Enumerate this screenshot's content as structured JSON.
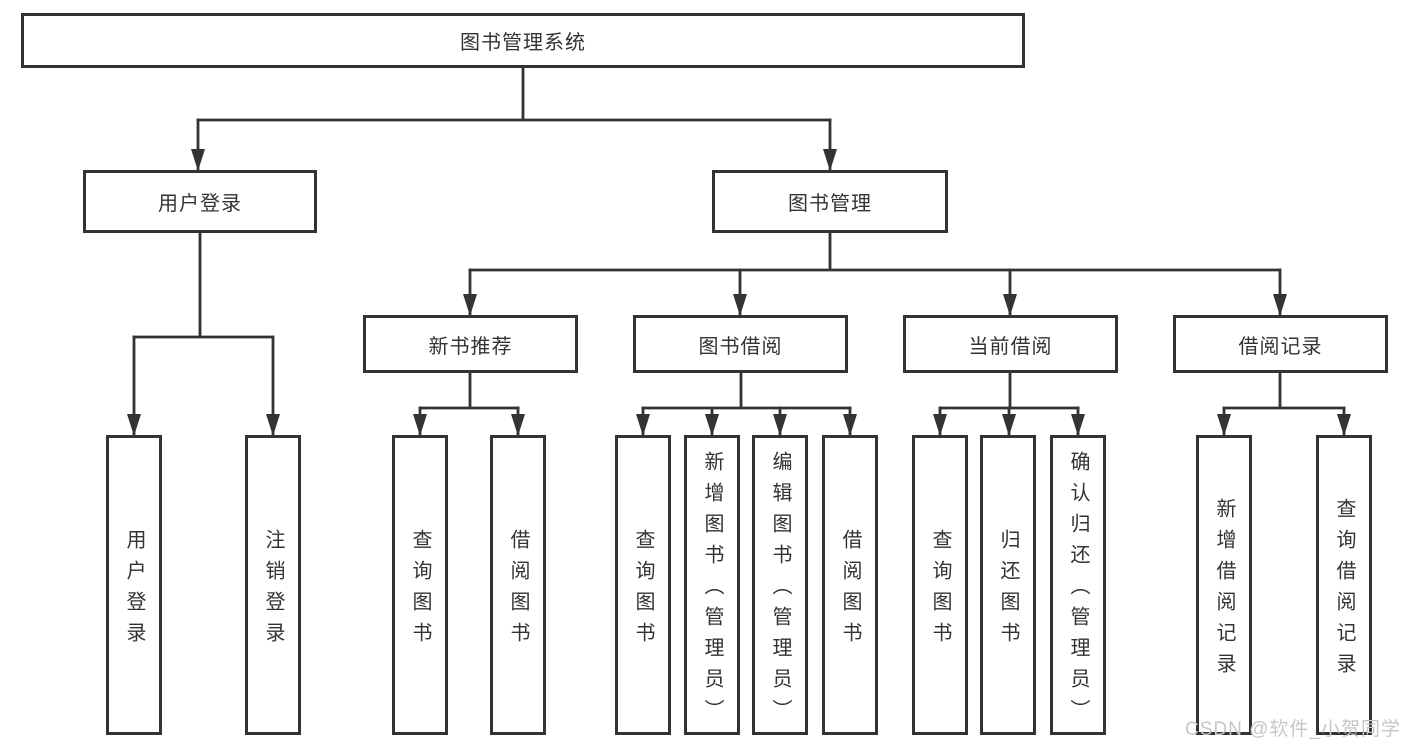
{
  "diagram": {
    "type": "hierarchy",
    "root_label": "图书管理系统",
    "edges": [
      [
        "图书管理系统",
        "用户登录"
      ],
      [
        "图书管理系统",
        "图书管理"
      ],
      [
        "用户登录",
        "用户登录(叶)"
      ],
      [
        "用户登录",
        "注销登录"
      ],
      [
        "图书管理",
        "新书推荐"
      ],
      [
        "图书管理",
        "图书借阅"
      ],
      [
        "图书管理",
        "当前借阅"
      ],
      [
        "图书管理",
        "借阅记录"
      ],
      [
        "新书推荐",
        "查询图书"
      ],
      [
        "新书推荐",
        "借阅图书"
      ],
      [
        "图书借阅",
        "查询图书"
      ],
      [
        "图书借阅",
        "新增图书（管理员）"
      ],
      [
        "图书借阅",
        "编辑图书（管理员）"
      ],
      [
        "图书借阅",
        "借阅图书"
      ],
      [
        "当前借阅",
        "查询图书"
      ],
      [
        "当前借阅",
        "归还图书"
      ],
      [
        "当前借阅",
        "确认归还（管理员）"
      ],
      [
        "借阅记录",
        "新增借阅记录"
      ],
      [
        "借阅记录",
        "查询借阅记录"
      ]
    ]
  },
  "nodes": {
    "root": {
      "label": "图书管理系统"
    },
    "user_login": {
      "label": "用户登录"
    },
    "book_mgmt": {
      "label": "图书管理"
    },
    "new_book": {
      "label": "新书推荐"
    },
    "book_borrow": {
      "label": "图书借阅"
    },
    "current_borrow": {
      "label": "当前借阅"
    },
    "borrow_record": {
      "label": "借阅记录"
    },
    "leaf_user_login": {
      "label": "用户登录"
    },
    "leaf_logout": {
      "label": "注销登录"
    },
    "leaf_query_book_new": {
      "label": "查询图书"
    },
    "leaf_borrow_book_new": {
      "label": "借阅图书"
    },
    "leaf_query_book_borrow": {
      "label": "查询图书"
    },
    "leaf_add_book": {
      "label": "新增图书（管理员）"
    },
    "leaf_edit_book": {
      "label": "编辑图书（管理员）"
    },
    "leaf_borrow_book_borrow": {
      "label": "借阅图书"
    },
    "leaf_query_book_current": {
      "label": "查询图书"
    },
    "leaf_return_book": {
      "label": "归还图书"
    },
    "leaf_confirm_return": {
      "label": "确认归还（管理员）"
    },
    "leaf_add_record": {
      "label": "新增借阅记录"
    },
    "leaf_query_record": {
      "label": "查询借阅记录"
    }
  },
  "watermark": {
    "text": "CSDN @软件_小贺同学"
  },
  "colors": {
    "line": "#333333",
    "text": "#333333",
    "box_background": "#ffffff",
    "watermark": "#c6c6c6"
  }
}
